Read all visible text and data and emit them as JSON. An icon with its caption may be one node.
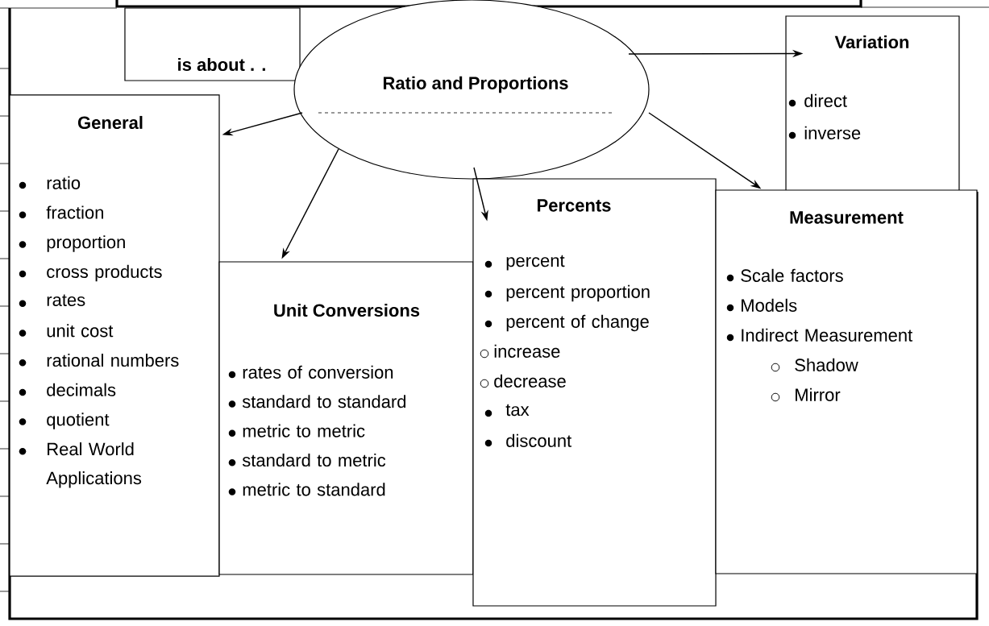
{
  "diagram": {
    "nodes": [
      {
        "text": [
          "is about . ."
        ]
      },
      {
        "text": [
          "Ratio and Proportions"
        ]
      },
      {
        "text": [
          "Variation",
          "direct",
          "inverse"
        ]
      },
      {
        "text": [
          "General",
          "ratio",
          "fraction",
          "proportion",
          "cross products",
          "rates",
          "unit cost",
          "rational numbers",
          "decimals",
          "quotient",
          "Real World Applications"
        ]
      },
      {
        "text": [
          "Unit Conversions",
          "rates of conversion",
          "standard to standard",
          "metric to metric",
          "standard to metric",
          "metric to standard"
        ]
      },
      {
        "text": [
          "Percents",
          "percent",
          "percent proportion",
          "percent of change",
          "increase",
          "decrease",
          "tax",
          "discount"
        ]
      },
      {
        "text": [
          "Measurement",
          "Scale factors",
          "Models",
          "Indirect Measurement",
          "Shadow",
          "Mirror"
        ]
      }
    ],
    "edges": [
      {
        "from": 1,
        "to": 3,
        "arrow": "to"
      },
      {
        "from": 1,
        "to": 4,
        "arrow": "to"
      },
      {
        "from": 1,
        "to": 5,
        "arrow": "to"
      },
      {
        "from": 1,
        "to": 6,
        "arrow": "to"
      },
      {
        "from": 1,
        "to": 2,
        "arrow": "to"
      }
    ]
  }
}
